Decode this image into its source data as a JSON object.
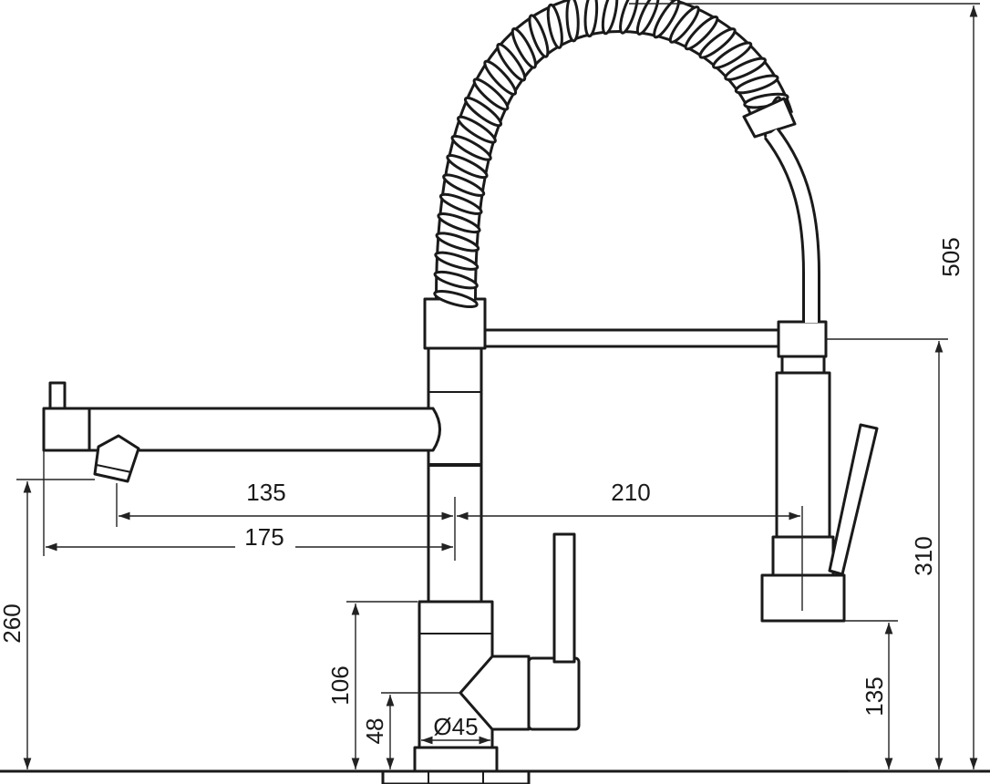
{
  "dimensions": {
    "overall_height": "505",
    "spray_mount_height": "310",
    "spout_height": "260",
    "spray_tip_height": "135",
    "body_height": "106",
    "base_height": "48",
    "base_diameter": "Ø45",
    "spout_reach_inner": "135",
    "spout_reach_outer": "175",
    "spray_reach": "210"
  },
  "colors": {
    "line": "#1a1a1a",
    "background": "#ffffff"
  }
}
